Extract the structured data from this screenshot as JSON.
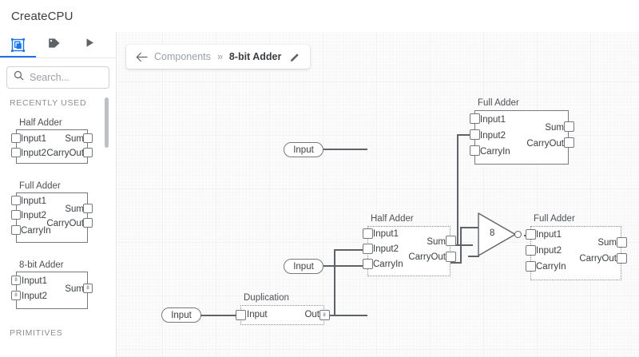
{
  "app": {
    "title": "CreateCPU"
  },
  "sidebar": {
    "tabs": [
      {
        "name": "components-tab",
        "icon": "chip-icon",
        "active": true
      },
      {
        "name": "tags-tab",
        "icon": "tag-icon",
        "active": false
      },
      {
        "name": "run-tab",
        "icon": "play-icon",
        "active": false
      }
    ],
    "search": {
      "placeholder": "Search...",
      "value": "",
      "icon": "search-icon"
    },
    "sections": [
      {
        "label": "RECENTLY USED"
      },
      {
        "label": "PRIMITIVES"
      }
    ],
    "library": [
      {
        "title": "Half Adder",
        "inputs": [
          "Input1",
          "Input2"
        ],
        "outputs": [
          "Sum",
          "CarryOut"
        ],
        "bus": false
      },
      {
        "title": "Full Adder",
        "inputs": [
          "Input1",
          "Input2",
          "CarryIn"
        ],
        "outputs": [
          "Sum",
          "CarryOut"
        ],
        "bus": false
      },
      {
        "title": "8-bit Adder",
        "inputs": [
          "Input1",
          "Input2"
        ],
        "outputs": [
          "Sum"
        ],
        "bus": true,
        "bus_width": "8"
      }
    ]
  },
  "canvas": {
    "breadcrumb": {
      "back_icon": "arrow-left-icon",
      "parent": "Components",
      "separator": "»",
      "current": "8-bit Adder",
      "edit_icon": "pencil-icon"
    },
    "nodes": [
      {
        "id": "full-adder-top",
        "title": "Full Adder",
        "inputs": [
          "Input1",
          "Input2",
          "CarryIn"
        ],
        "outputs": [
          "Sum",
          "CarryOut"
        ]
      },
      {
        "id": "half-adder-mid",
        "title": "Half Adder",
        "inputs": [
          "Input1",
          "Input2",
          "CarryIn"
        ],
        "outputs": [
          "Sum",
          "CarryOut"
        ]
      },
      {
        "id": "full-adder-right",
        "title": "Full Adder",
        "inputs": [
          "Input1",
          "Input2",
          "CarryIn"
        ],
        "outputs": [
          "Sum",
          "CarryOut"
        ]
      },
      {
        "id": "duplication",
        "title": "Duplication",
        "inputs": [
          "Input"
        ],
        "outputs": [
          "Out"
        ],
        "out_bus_width": "8"
      }
    ],
    "io_pins": [
      {
        "id": "input-pin-1",
        "label": "Input"
      },
      {
        "id": "input-pin-2",
        "label": "Input"
      },
      {
        "id": "input-pin-3",
        "label": "Input"
      }
    ],
    "not_gate": {
      "id": "not-gate",
      "label": "8"
    }
  },
  "colors": {
    "accent": "#1a73e8",
    "wire": "#5f6368",
    "outline": "#75797e",
    "text": "#3c4043",
    "muted": "#9aa0a6",
    "canvas_bg": "#fcfcfc"
  }
}
